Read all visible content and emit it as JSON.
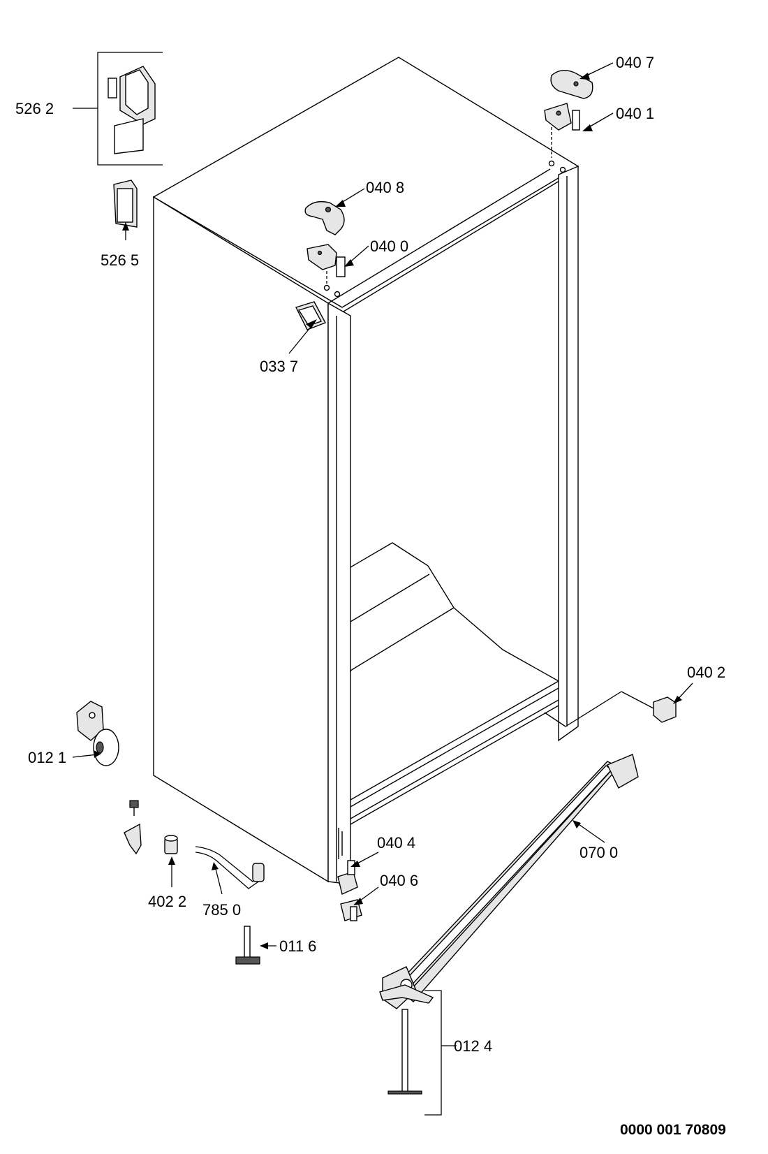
{
  "diagram": {
    "part_labels": {
      "p5262": "526 2",
      "p5265": "526 5",
      "p0407": "040 7",
      "p0401": "040 1",
      "p0408": "040 8",
      "p0400": "040 0",
      "p0337": "033 7",
      "p0402": "040 2",
      "p0121": "012 1",
      "p0404": "040 4",
      "p0406": "040 6",
      "p0700": "070 0",
      "p4022": "402 2",
      "p7850": "785 0",
      "p0116": "011 6",
      "p0124": "012 4"
    },
    "document_number": "0000 001 70809"
  }
}
